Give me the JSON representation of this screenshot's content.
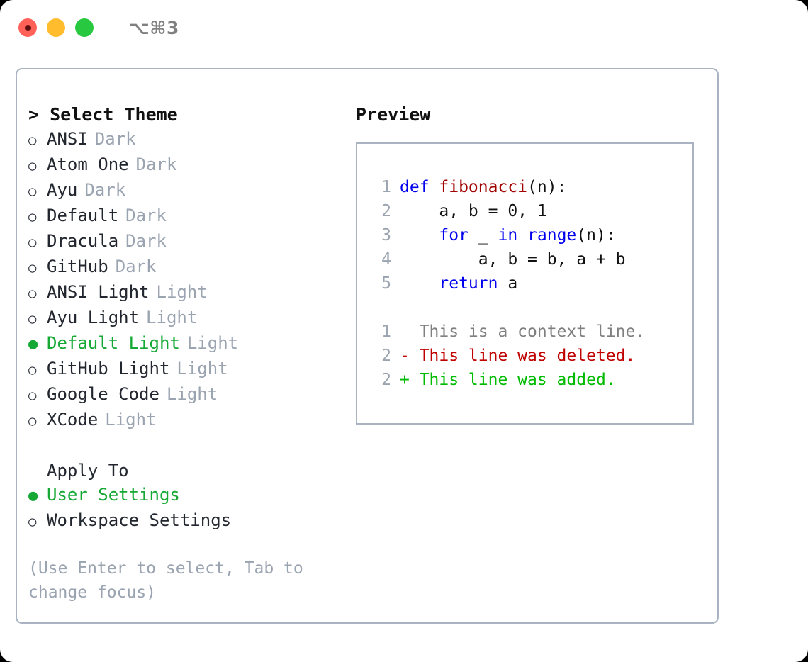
{
  "titlebar": {
    "shortcut": "⌥⌘3",
    "buttons": [
      {
        "name": "close",
        "color": "#ff6159"
      },
      {
        "name": "minimize",
        "color": "#ffbd2e"
      },
      {
        "name": "maximize",
        "color": "#28c840"
      }
    ]
  },
  "theme_picker": {
    "header": "> Select Theme",
    "bullet_unselected": "○",
    "bullet_selected": "●",
    "items": [
      {
        "name": "ANSI",
        "variant": "Dark",
        "selected": false
      },
      {
        "name": "Atom One",
        "variant": "Dark",
        "selected": false
      },
      {
        "name": "Ayu",
        "variant": "Dark",
        "selected": false
      },
      {
        "name": "Default",
        "variant": "Dark",
        "selected": false
      },
      {
        "name": "Dracula",
        "variant": "Dark",
        "selected": false
      },
      {
        "name": "GitHub",
        "variant": "Dark",
        "selected": false
      },
      {
        "name": "ANSI Light",
        "variant": "Light",
        "selected": false
      },
      {
        "name": "Ayu Light",
        "variant": "Light",
        "selected": false
      },
      {
        "name": "Default Light",
        "variant": "Light",
        "selected": true
      },
      {
        "name": "GitHub Light",
        "variant": "Light",
        "selected": false
      },
      {
        "name": "Google Code",
        "variant": "Light",
        "selected": false
      },
      {
        "name": "XCode",
        "variant": "Light",
        "selected": false
      }
    ]
  },
  "apply_to": {
    "header": "Apply To",
    "items": [
      {
        "name": "User Settings",
        "selected": true
      },
      {
        "name": "Workspace Settings",
        "selected": false
      }
    ]
  },
  "hint": "(Use Enter to select, Tab to change focus)",
  "preview": {
    "title": "Preview",
    "code_lines": [
      {
        "number": "1",
        "tokens": [
          {
            "text": "def ",
            "kind": "kw"
          },
          {
            "text": "fibonacci",
            "kind": "fn"
          },
          {
            "text": "(n):",
            "kind": "plain"
          }
        ]
      },
      {
        "number": "2",
        "tokens": [
          {
            "text": "    a, b = 0, 1",
            "kind": "plain"
          }
        ]
      },
      {
        "number": "3",
        "tokens": [
          {
            "text": "    ",
            "kind": "plain"
          },
          {
            "text": "for",
            "kind": "kw"
          },
          {
            "text": " _ ",
            "kind": "plain"
          },
          {
            "text": "in",
            "kind": "kw"
          },
          {
            "text": " ",
            "kind": "plain"
          },
          {
            "text": "range",
            "kind": "kw"
          },
          {
            "text": "(n):",
            "kind": "plain"
          }
        ]
      },
      {
        "number": "4",
        "tokens": [
          {
            "text": "        a, b = b, a + b",
            "kind": "plain"
          }
        ]
      },
      {
        "number": "5",
        "tokens": [
          {
            "text": "    ",
            "kind": "plain"
          },
          {
            "text": "return",
            "kind": "kw"
          },
          {
            "text": " a",
            "kind": "plain"
          }
        ]
      }
    ],
    "diff_lines": [
      {
        "number": "1",
        "tokens": [
          {
            "text": "  This is a context line.",
            "kind": "ctx"
          }
        ]
      },
      {
        "number": "2",
        "tokens": [
          {
            "text": "- This line was deleted.",
            "kind": "del"
          }
        ]
      },
      {
        "number": "2",
        "tokens": [
          {
            "text": "+ This line was added.",
            "kind": "add"
          }
        ]
      }
    ]
  },
  "colors": {
    "accent_green": "#15a834",
    "border": "#a9b3c1",
    "muted": "#9aa3b0",
    "keyword": "#0000ee",
    "function": "#a00000",
    "diff_deleted": "#c00000",
    "diff_added": "#00bb00"
  }
}
